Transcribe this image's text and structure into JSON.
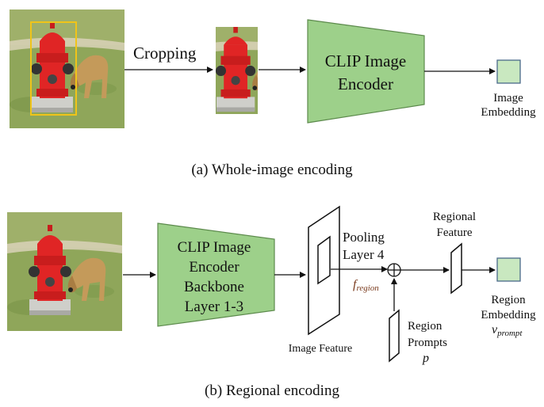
{
  "panel_a": {
    "crop_label": "Cropping",
    "encoder_label": [
      "CLIP Image",
      "Encoder"
    ],
    "output_label": [
      "Image",
      "Embedding"
    ],
    "caption": "(a) Whole-image encoding"
  },
  "panel_b": {
    "encoder_label": [
      "CLIP Image",
      "Encoder",
      "Backbone",
      "Layer 1-3"
    ],
    "feature_label": "Image Feature",
    "pooling_label": [
      "Pooling",
      "Layer 4"
    ],
    "f_region_main": "f",
    "f_region_sub": "region",
    "regional_feature_label": [
      "Regional",
      "Feature"
    ],
    "prompts_label": [
      "Region",
      "Prompts"
    ],
    "prompts_symbol": "p",
    "output_label": [
      "Region",
      "Embedding"
    ],
    "v_prompt_main": "v",
    "v_prompt_sub": "prompt",
    "caption": "(b) Regional encoding"
  },
  "colors": {
    "encoder_fill": "#9dd08a",
    "encoder_stroke": "#5c8a4c",
    "embedding_fill": "#c9e8c0",
    "embedding_stroke": "#4a6a8a",
    "crop_box": "#f0c419",
    "f_region_color": "#7a3b1e",
    "hydrant_red": "#e02525",
    "grass": "#8fa65a",
    "dog": "#c49a5a"
  }
}
